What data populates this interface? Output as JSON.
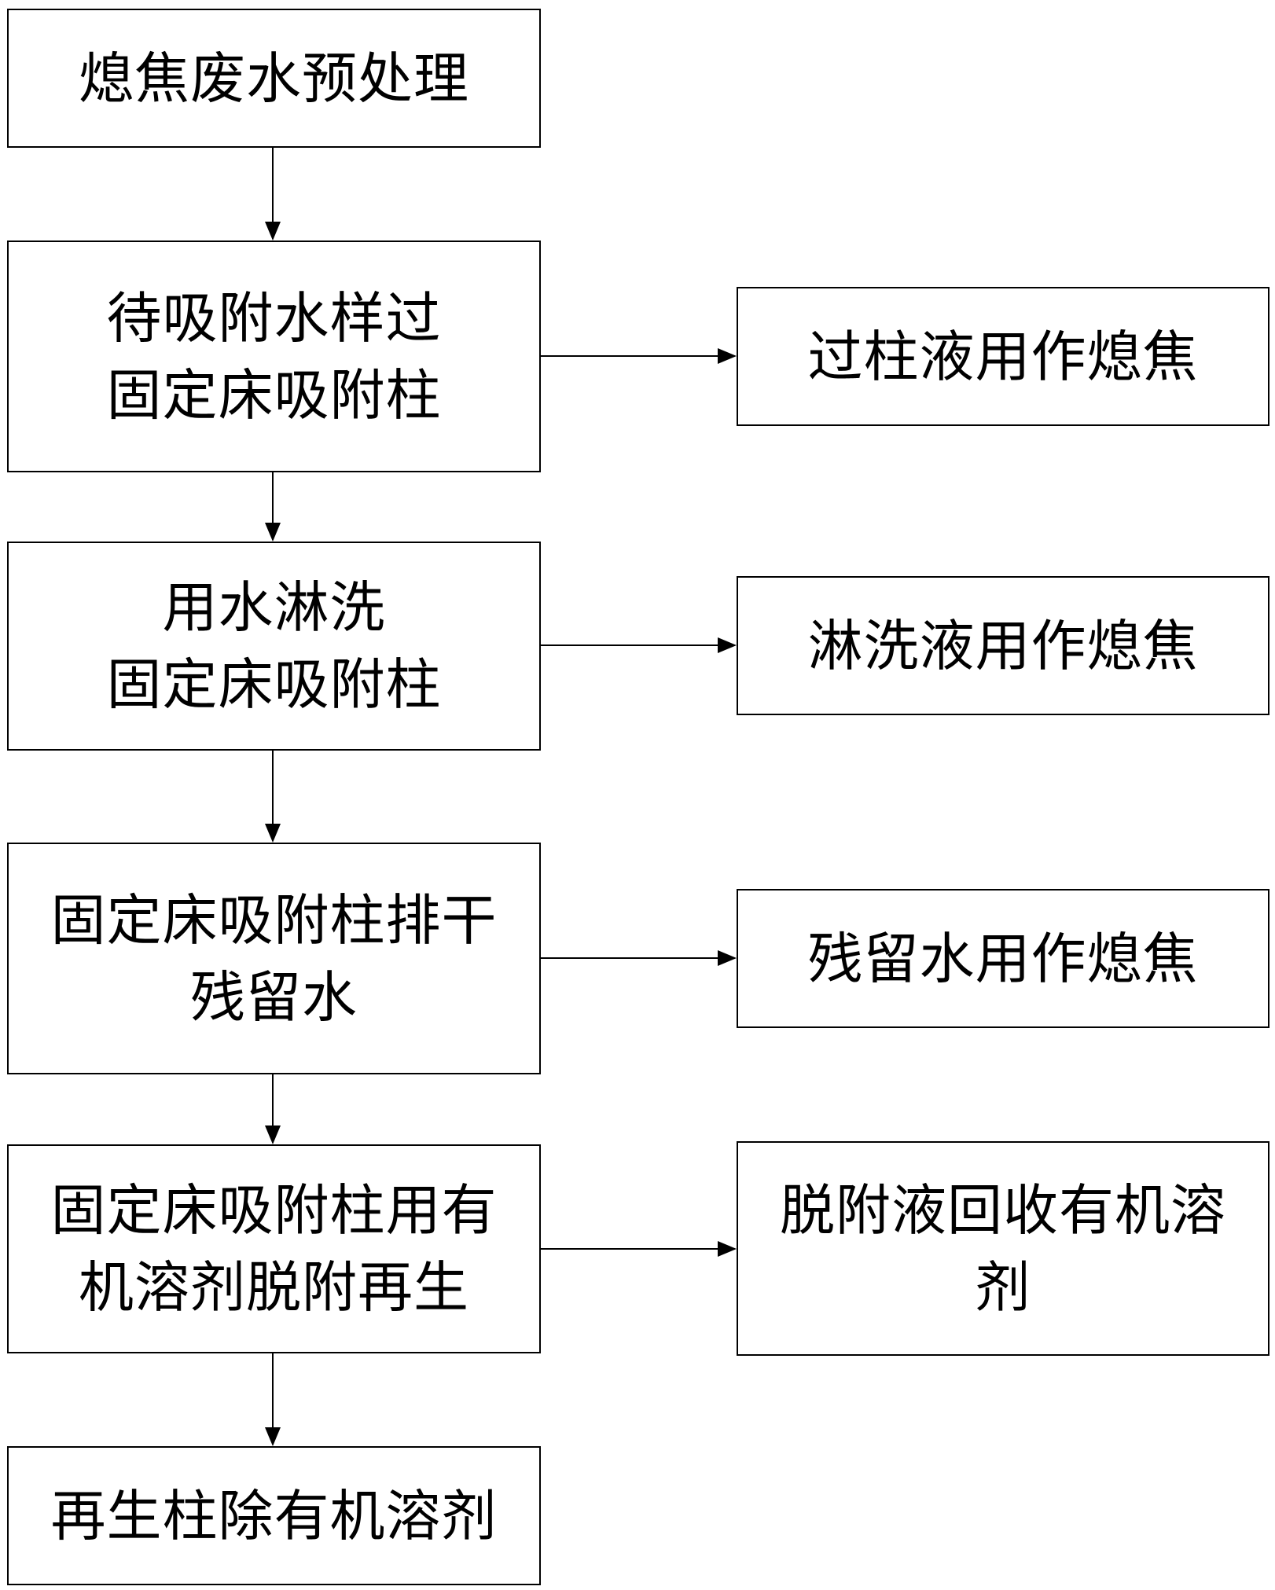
{
  "steps": [
    {
      "lines": [
        "熄焦废水预处理"
      ]
    },
    {
      "lines": [
        "待吸附水样过",
        "固定床吸附柱"
      ]
    },
    {
      "lines": [
        "用水淋洗",
        "固定床吸附柱"
      ]
    },
    {
      "lines": [
        "固定床吸附柱排干",
        "残留水"
      ]
    },
    {
      "lines": [
        "固定床吸附柱用有",
        "机溶剂脱附再生"
      ]
    },
    {
      "lines": [
        "再生柱除有机溶剂"
      ]
    }
  ],
  "outputs": [
    {
      "lines": [
        "过柱液用作熄焦"
      ]
    },
    {
      "lines": [
        "淋洗液用作熄焦"
      ]
    },
    {
      "lines": [
        "残留水用作熄焦"
      ]
    },
    {
      "lines": [
        "脱附液回收有机溶",
        "剂"
      ]
    }
  ],
  "colors": {
    "line": "#000000",
    "background": "#ffffff",
    "text": "#000000"
  }
}
